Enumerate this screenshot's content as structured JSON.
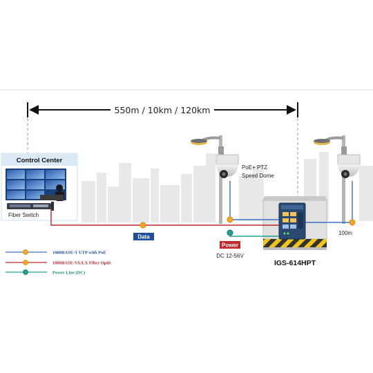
{
  "distance": {
    "label": "550m / 10km / 120km"
  },
  "control_center": {
    "title": "Control Center",
    "fiber_switch_label": "Fiber Switch"
  },
  "camera": {
    "label_line1": "PoE+ PTZ",
    "label_line2": "Speed Dome"
  },
  "links": {
    "data_label": "Data",
    "power_label": "Power",
    "power_voltage": "DC 12-56V",
    "utp_distance": "100m"
  },
  "device": {
    "model": "IGS-614HPT"
  },
  "legend": [
    {
      "label": "1000BASE-T UTP with PoE",
      "color": "#1f4fa0",
      "line_color": "#3a6fc4"
    },
    {
      "label": "1000BASE-SX/LX Fiber Optic",
      "color": "#c0282c",
      "line_color": "#c0282c"
    },
    {
      "label": "Power Line (DC)",
      "color": "#1c8a7a",
      "line_color": "#22a08c"
    }
  ],
  "colors": {
    "fiber": "#c0282c",
    "utp": "#3a6fc4",
    "power": "#22a08c",
    "node": "#f6a623",
    "badge_blue": "#1f4fa0",
    "badge_red": "#c0282c",
    "switch_body": "#2b4870",
    "enclosure": "#d8d8d8"
  }
}
